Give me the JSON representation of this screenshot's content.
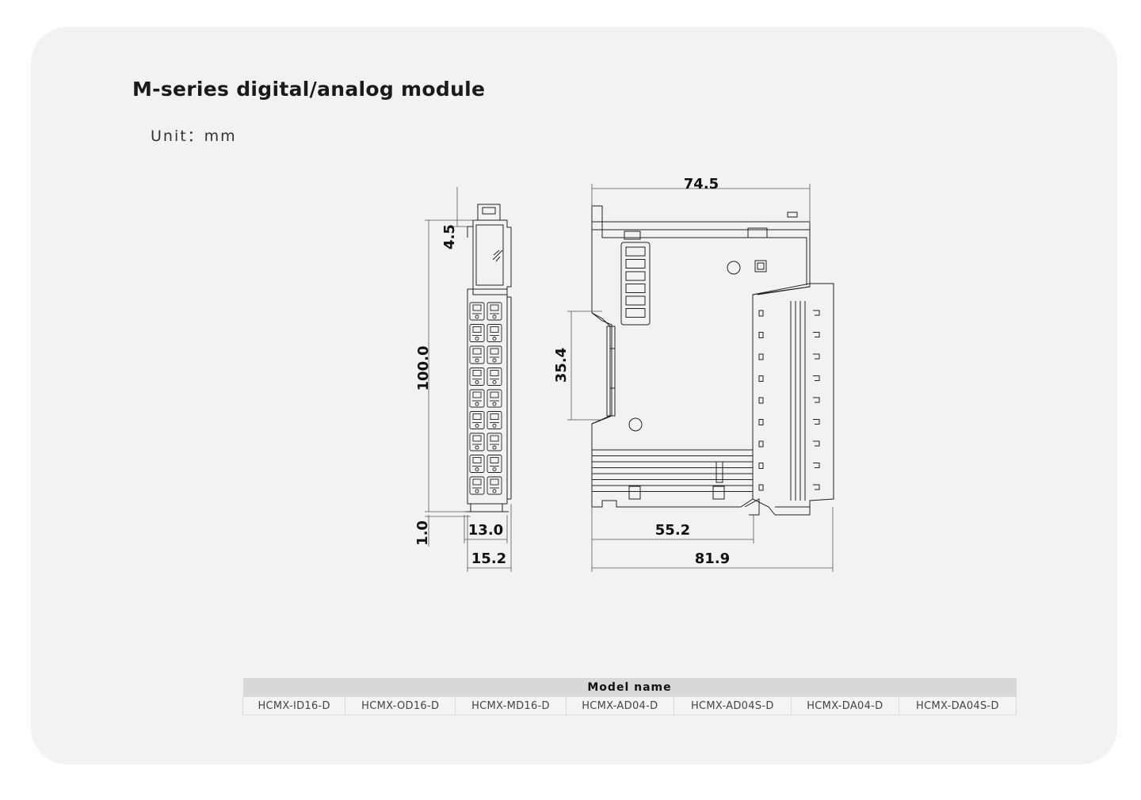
{
  "page": {
    "title": "M-series digital/analog module",
    "unit_label": "Unit：mm"
  },
  "dimensions": {
    "top_width": "74.5",
    "height": "100.0",
    "top_offset": "4.5",
    "rail_height": "35.4",
    "bottom_offset": "1.0",
    "front_width": "13.0",
    "total_width": "15.2",
    "inner_depth": "55.2",
    "total_depth": "81.9"
  },
  "table": {
    "header": "Model name",
    "models": [
      "HCMX-ID16-D",
      "HCMX-OD16-D",
      "HCMX-MD16-D",
      "HCMX-AD04-D",
      "HCMX-AD04S-D",
      "HCMX-DA04-D",
      "HCMX-DA04S-D"
    ]
  }
}
